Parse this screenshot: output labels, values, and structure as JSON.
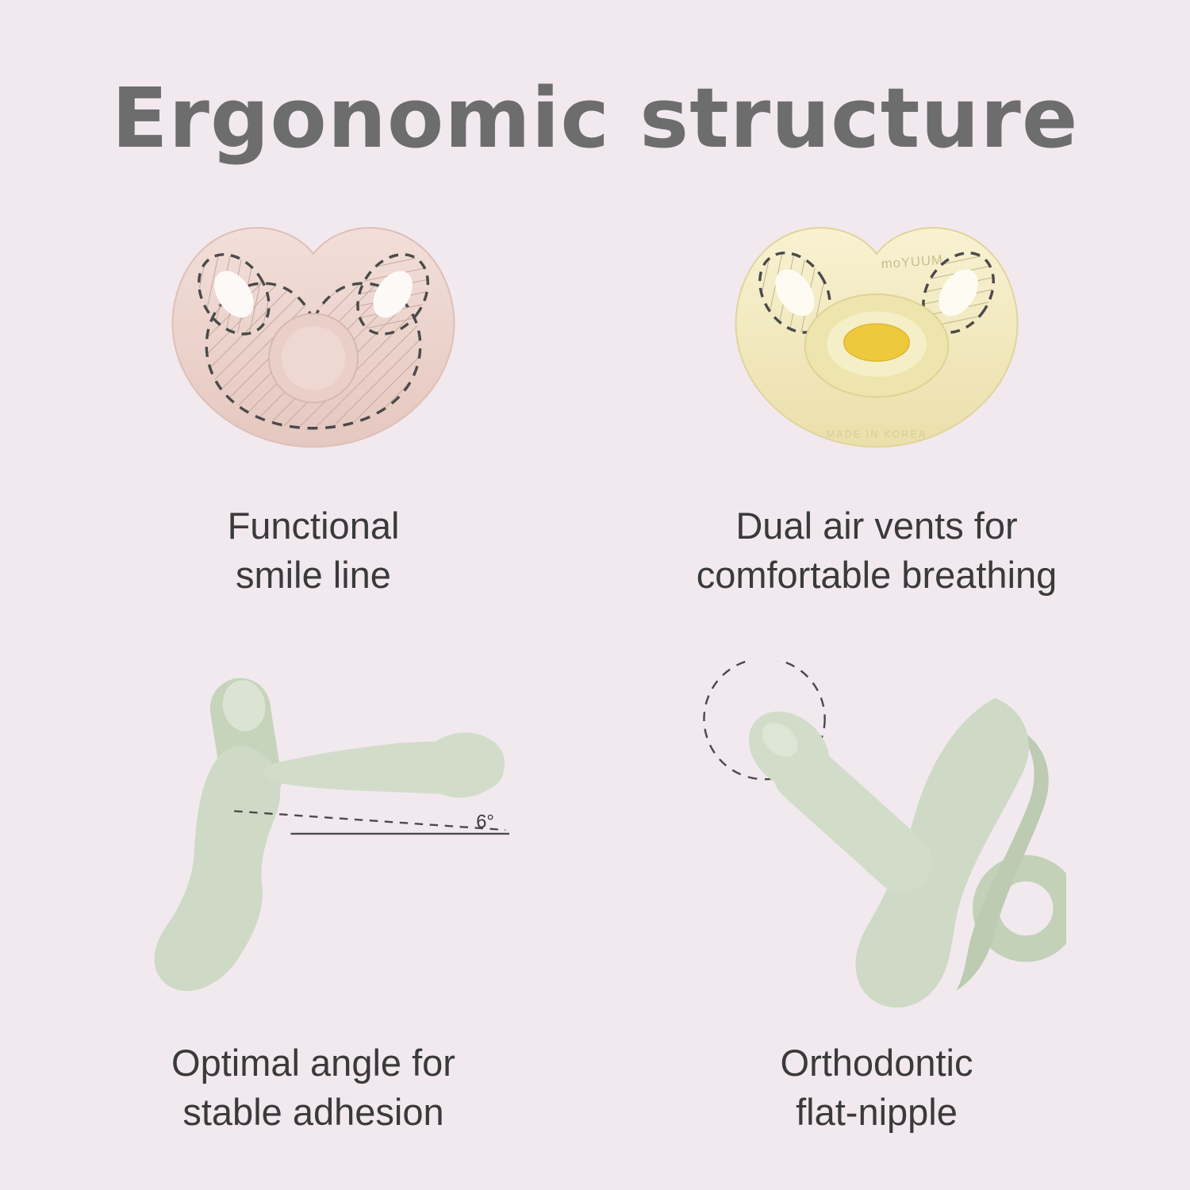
{
  "title": "Ergonomic structure",
  "colors": {
    "background": "#f2e9ef",
    "title_gray": "#6d6d6d",
    "caption_dark": "#3a3a3a",
    "pacifier_pink": "#ecd5ce",
    "pacifier_cream": "#f4eec6",
    "nipple_yellow": "#eec93c",
    "pacifier_green": "#cedac5",
    "dashed_line": "#4a4a4a"
  },
  "features": [
    {
      "id": "smile-line",
      "caption_line1": "Functional",
      "caption_line2": "smile line"
    },
    {
      "id": "air-vents",
      "caption_line1": "Dual air vents for",
      "caption_line2": "comfortable breathing"
    },
    {
      "id": "angle",
      "caption_line1": "Optimal angle for",
      "caption_line2": "stable adhesion",
      "angle_label": "6°"
    },
    {
      "id": "flat-nipple",
      "caption_line1": "Orthodontic",
      "caption_line2": "flat-nipple"
    }
  ],
  "markings": {
    "brand": "moYUUM",
    "made_in": "MADE IN KOREA"
  }
}
